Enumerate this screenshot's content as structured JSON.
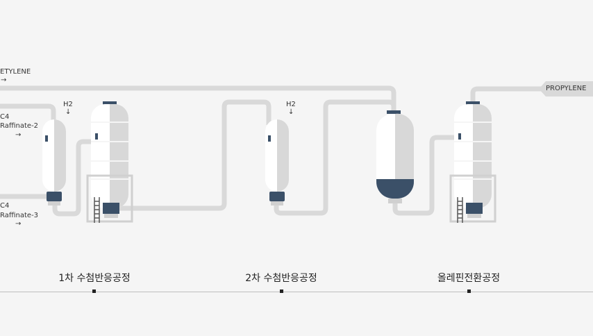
{
  "inputs": {
    "ethylene": "ETYLENE",
    "c4_raffinate2": [
      "C4",
      "Raffinate-2"
    ],
    "c4_raffinate3": [
      "C4",
      "Raffinate-3"
    ],
    "h2": "H2",
    "arrow_right": "→",
    "arrow_down": "↓"
  },
  "output": {
    "propylene": "PROPYLENE"
  },
  "stages": [
    {
      "title": "1차 수첨반응공정"
    },
    {
      "title": "2차 수첨반응공정"
    },
    {
      "title": "올레핀전환공정"
    }
  ],
  "colors": {
    "background": "#f5f5f5",
    "pipe": "#d9d9d9",
    "vessel_light": "#ffffff",
    "vessel_shade": "#d8d8d8",
    "vessel_dark": "#3b5068",
    "ladder": "#555555",
    "frame": "#d0d0d0"
  }
}
